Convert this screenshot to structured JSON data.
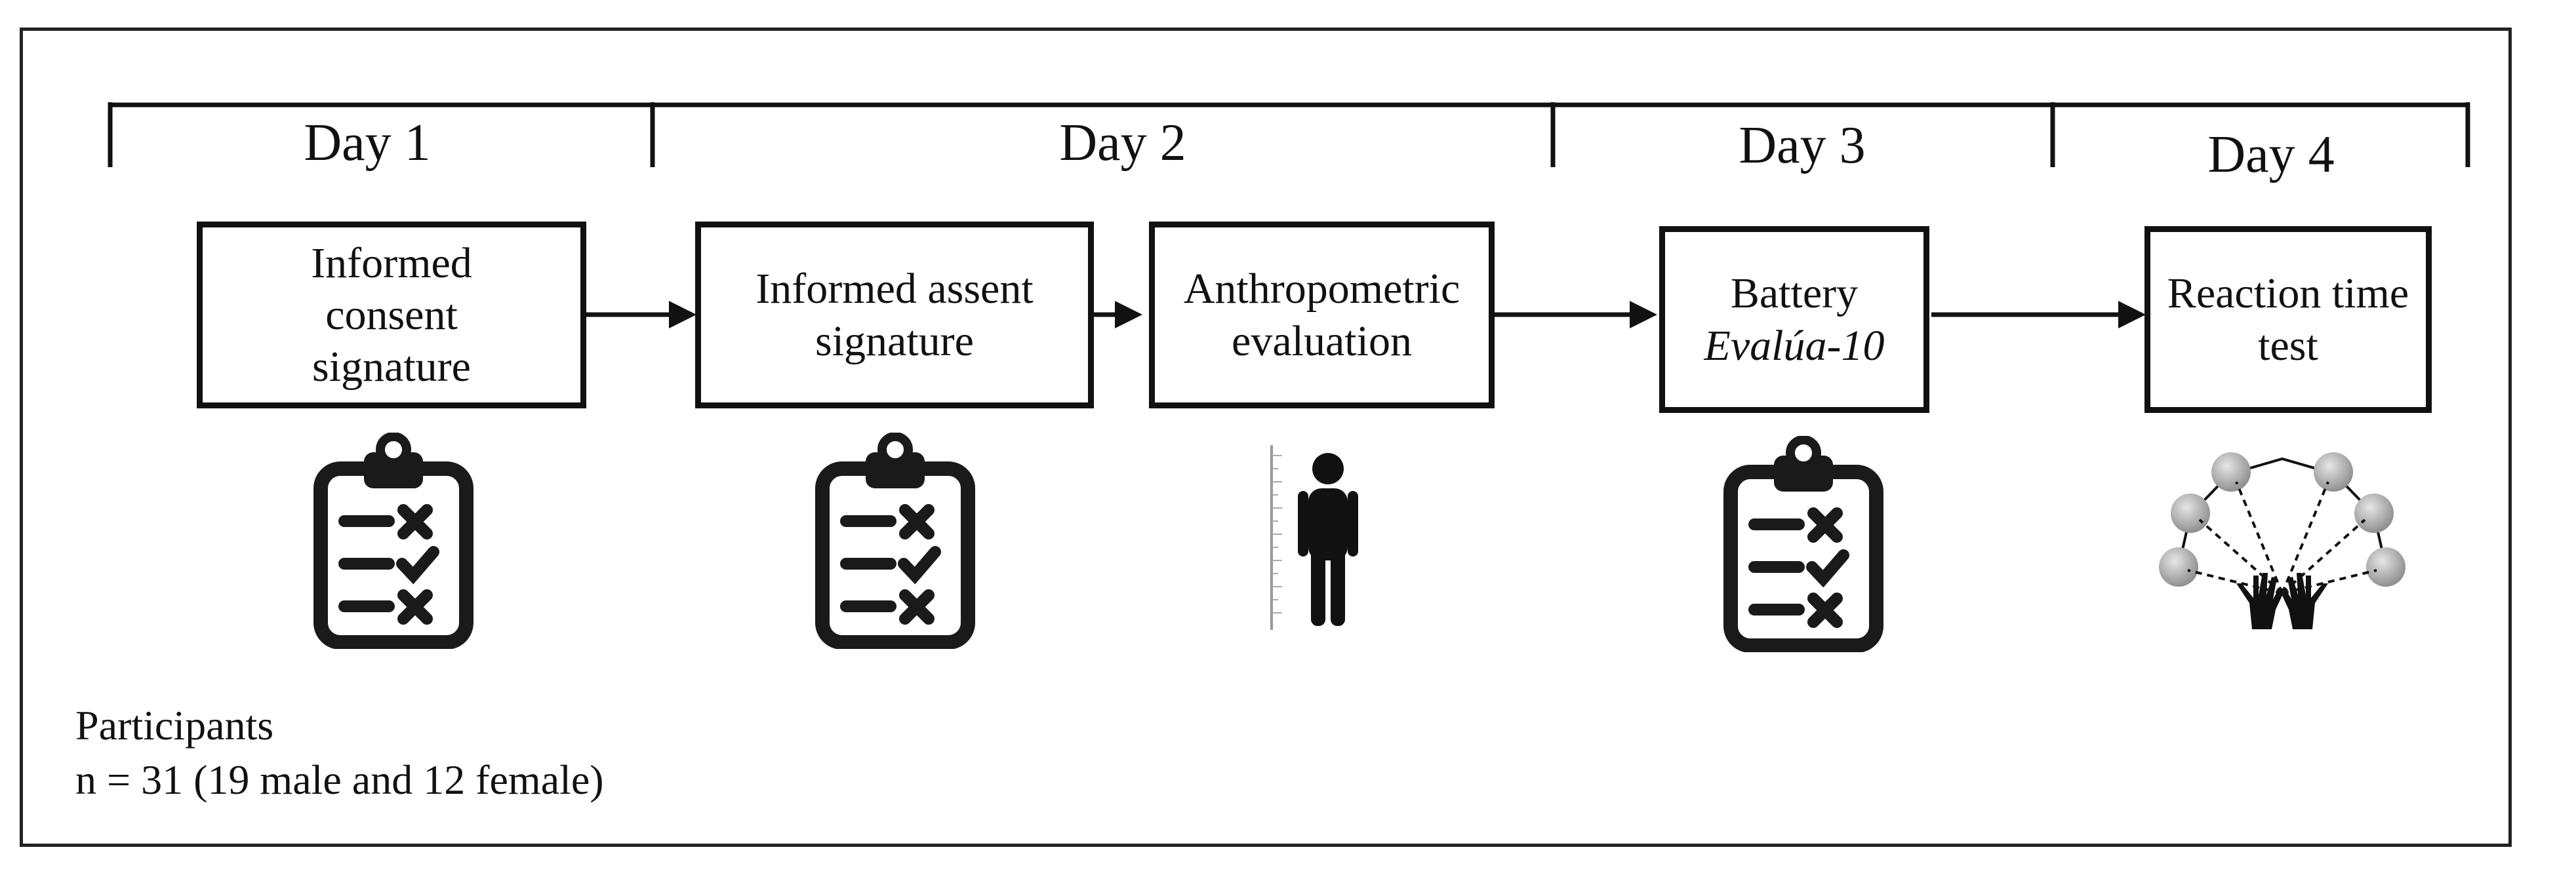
{
  "days": [
    "Day 1",
    "Day 2",
    "Day 3",
    "Day 4"
  ],
  "steps": [
    {
      "lines": [
        "Informed",
        "consent",
        "signature"
      ],
      "icon": "clipboard-checklist-icon"
    },
    {
      "lines": [
        "Informed assent",
        "signature"
      ],
      "icon": "clipboard-checklist-icon"
    },
    {
      "lines": [
        "Anthropometric",
        "evaluation"
      ],
      "icon": "person-height-ruler-icon"
    },
    {
      "lines": [
        "Battery",
        "Evalúa-10"
      ],
      "icon": "clipboard-checklist-icon"
    },
    {
      "lines": [
        "Reaction time",
        "test"
      ],
      "icon": "reaction-time-lights-icon"
    }
  ],
  "participants": {
    "label": "Participants",
    "count": "n = 31 (19 male and 12 female)"
  }
}
